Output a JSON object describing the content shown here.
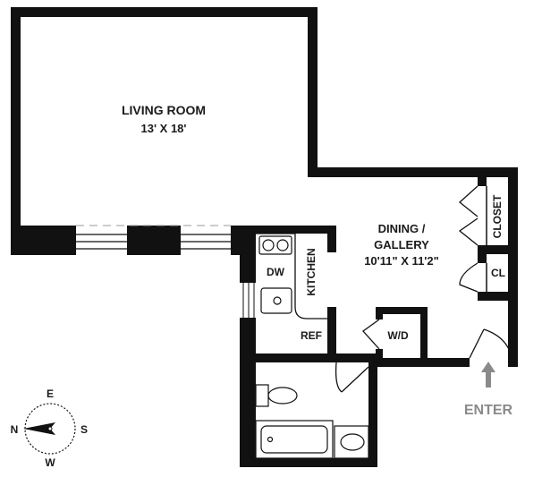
{
  "rooms": {
    "living_room": {
      "name": "LIVING ROOM",
      "dimensions": "13' X 18'"
    },
    "dining": {
      "name_line1": "DINING /",
      "name_line2": "GALLERY",
      "dimensions": "10'11\" X 11'2\""
    },
    "kitchen": {
      "name": "KITCHEN"
    },
    "closet": {
      "name": "CLOSET"
    },
    "cl": {
      "name": "CL"
    },
    "wd": {
      "name": "W/D"
    },
    "dw": {
      "name": "DW"
    },
    "ref": {
      "name": "REF"
    }
  },
  "entry": {
    "label": "ENTER"
  },
  "compass": {
    "north": "N",
    "east": "E",
    "south": "S",
    "west": "W"
  },
  "colors": {
    "wall": "#111111",
    "enter": "#8a8a8a",
    "fixture": "#999999",
    "background": "#ffffff"
  }
}
